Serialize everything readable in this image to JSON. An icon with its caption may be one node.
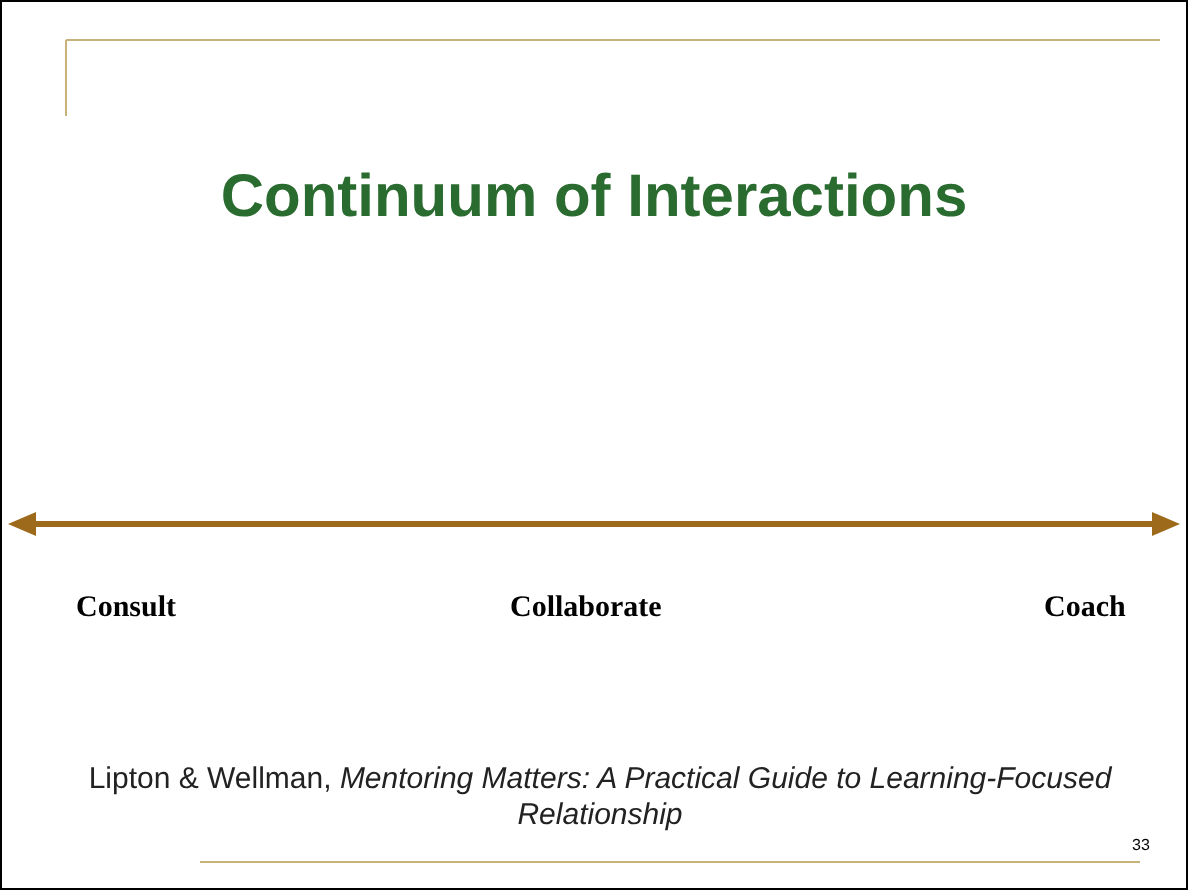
{
  "diagram": {
    "title": "Continuum of Interactions",
    "labels": [
      "Consult",
      "Collaborate",
      "Coach",
      "33"
    ],
    "caption": "Lipton & Wellman, *Mentoring Matters: A Practical Guide to Learning-Focused Relationship*"
  }
}
